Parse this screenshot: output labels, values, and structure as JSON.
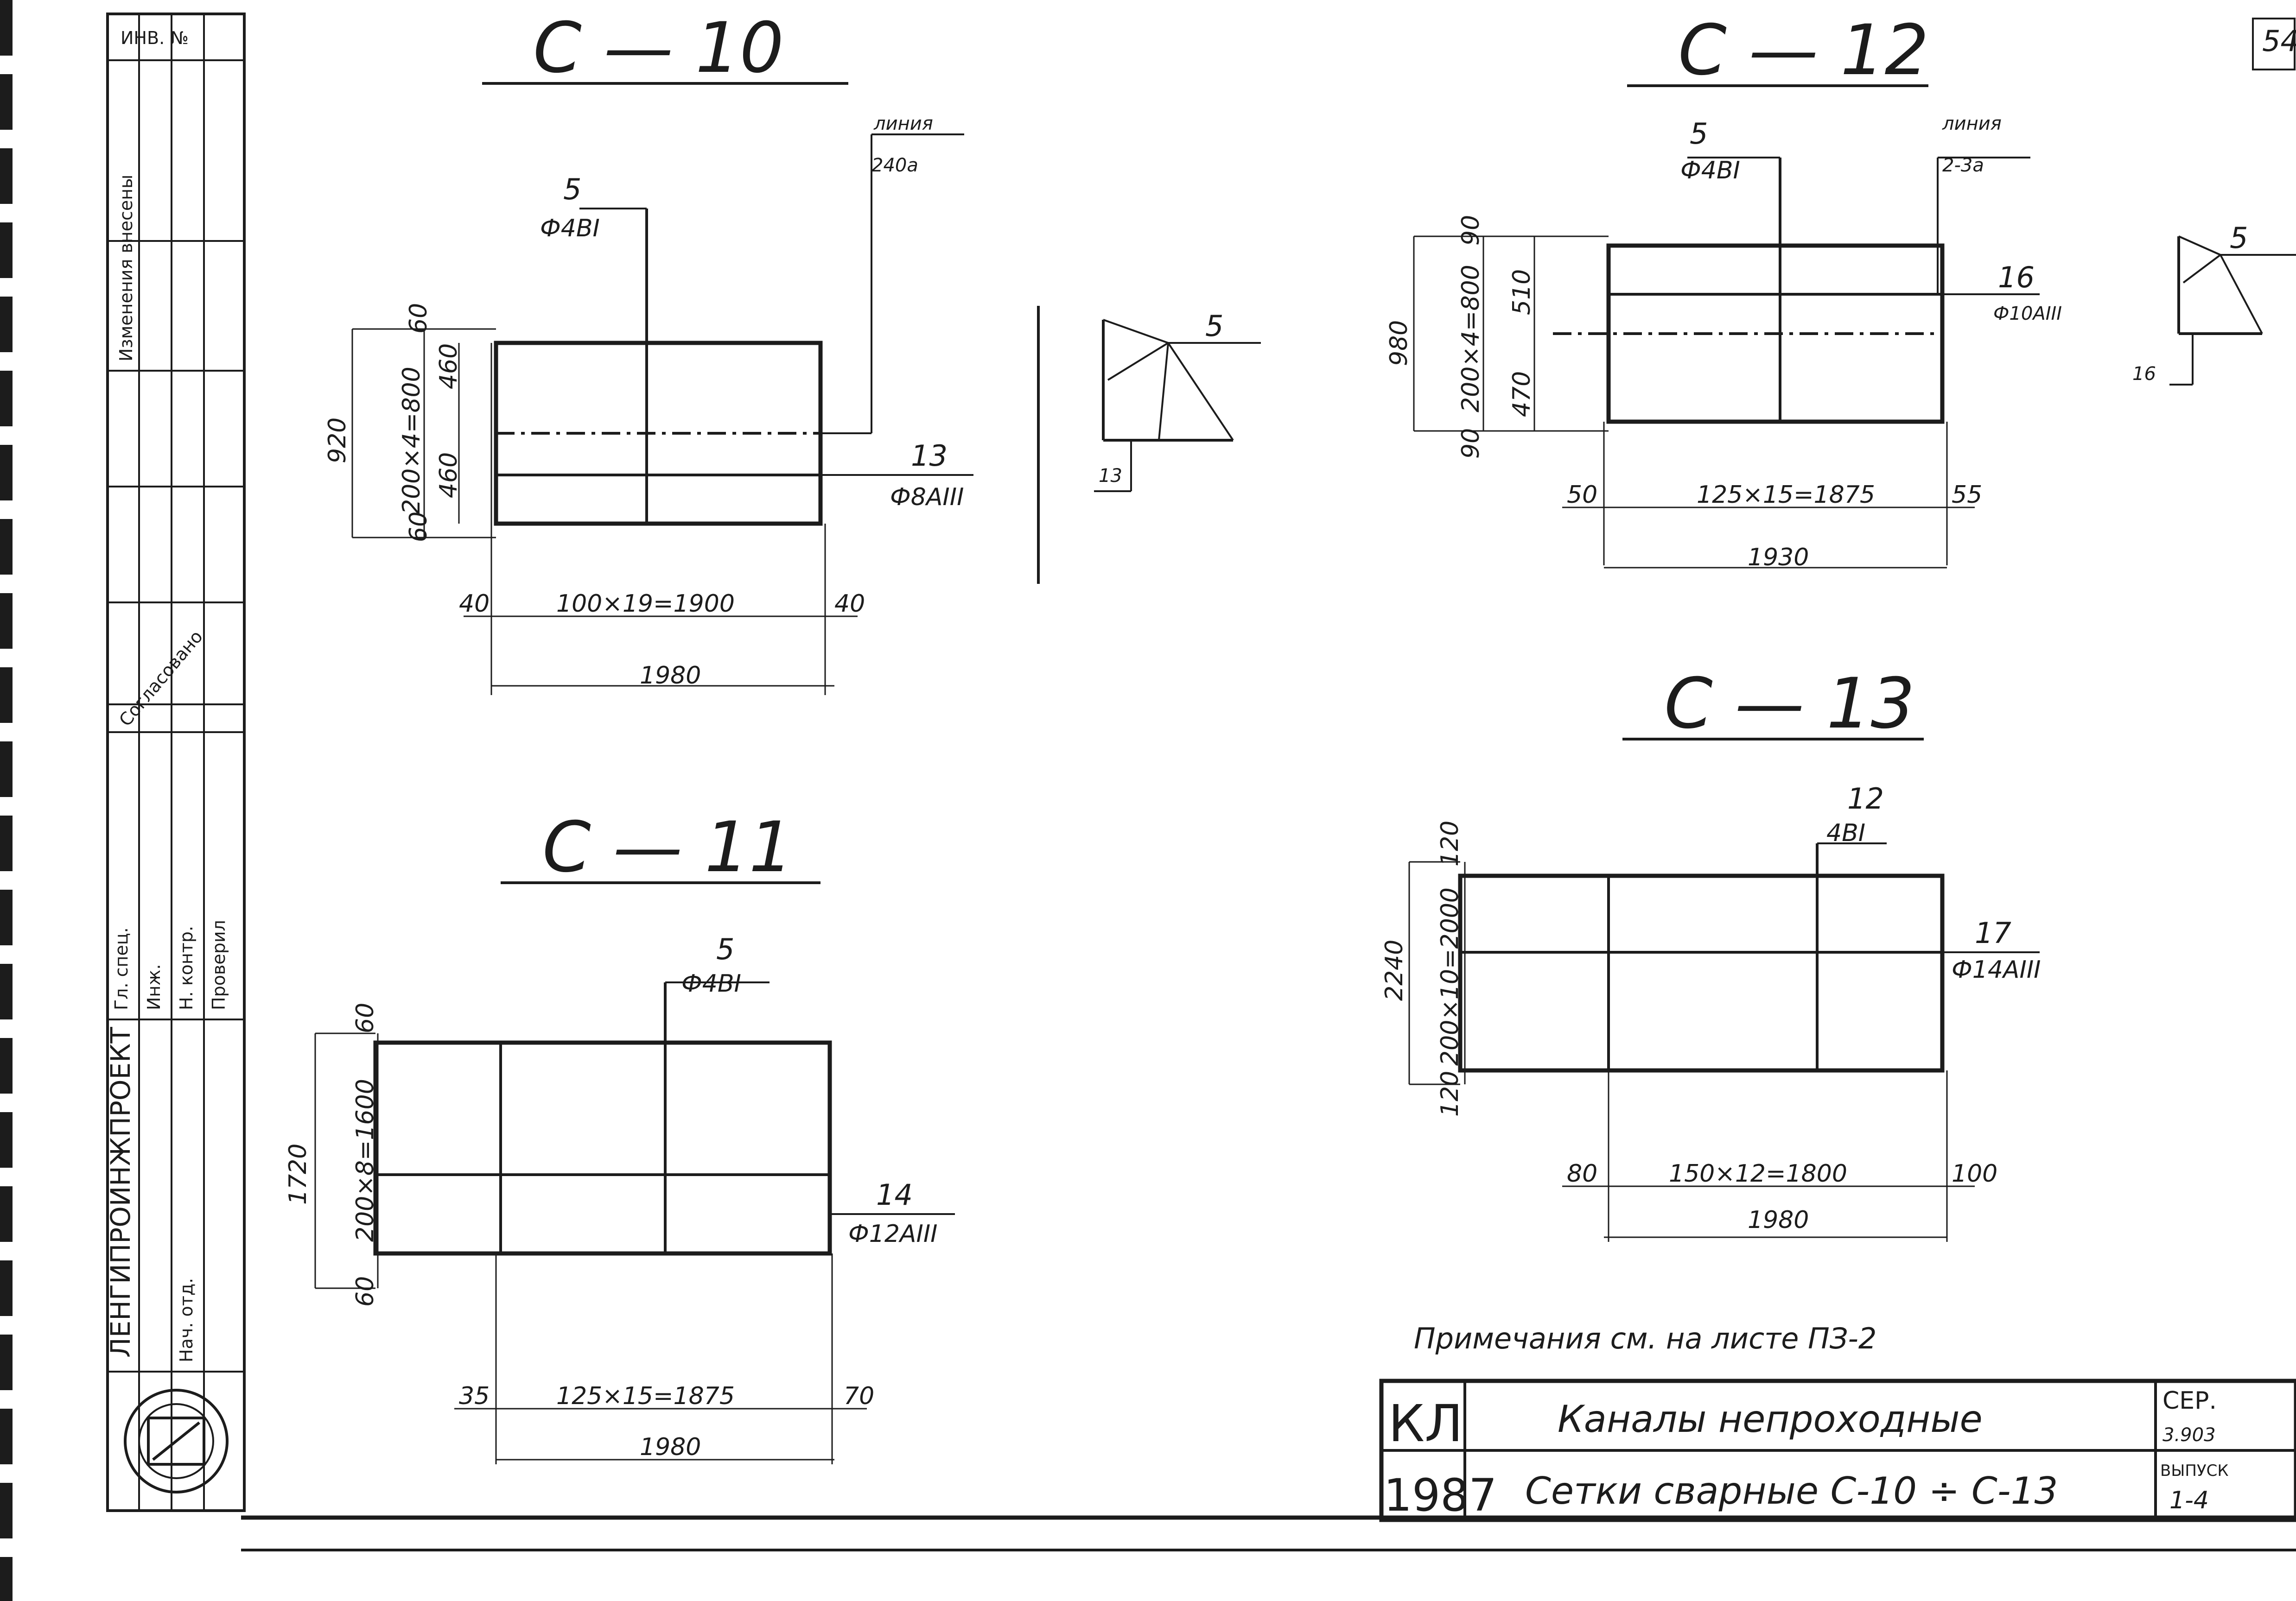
{
  "sheet": {
    "page_number": "54",
    "note": "Примечания   см.   на листе   ПЗ-2"
  },
  "title_block": {
    "code": "КЛ",
    "year": "1987",
    "title": "Каналы   непроходные",
    "subtitle": "Сетки  сварные  С-10 ÷ С-13",
    "series_label": "СЕР.",
    "series_value": "3.903",
    "issue_label": "ВЫПУСК",
    "issue_value": "1-4"
  },
  "side_stamp": {
    "org": "ЛЕНГИПРОИНЖПРОЕКТ",
    "inv": "ИНВ. №",
    "rows": [
      "Изменения внесены",
      "Согласовано",
      "Гл. спец.",
      "Инж.",
      "Н. контр.",
      "Проверил",
      "Нач. отд."
    ]
  },
  "nets": [
    {
      "id": "c10",
      "title": "С — 10",
      "bar_top_label": "5",
      "bar_top_spec": "Ф4ВI",
      "bar_side_label": "13",
      "bar_side_spec": "Ф8АIII",
      "line_note_1": "линия",
      "line_note_2": "240а",
      "height_total": "920",
      "height_inner": "200×4=800",
      "top_edge": "60",
      "bottom_edge": "60",
      "half_top": "460",
      "half_bottom": "460",
      "width_inner": "100×19=1900",
      "width_total": "1980",
      "left_edge": "40",
      "right_edge": "40"
    },
    {
      "id": "c11",
      "title": "С — 11",
      "bar_top_label": "5",
      "bar_top_spec": "Ф4ВI",
      "bar_side_label": "14",
      "bar_side_spec": "Ф12АIII",
      "height_total": "1720",
      "height_inner": "200×8=1600",
      "top_edge": "60",
      "bottom_edge": "60",
      "width_inner": "125×15=1875",
      "width_total": "1980",
      "left_edge": "35",
      "right_edge": "70"
    },
    {
      "id": "c12",
      "title": "С — 12",
      "bar_top_label": "5",
      "bar_top_spec": "Ф4ВI",
      "bar_side_label": "16",
      "bar_side_spec": "Ф10АIII",
      "line_note_1": "линия",
      "line_note_2": "2-3а",
      "height_total": "980",
      "height_inner": "200×4=800",
      "top_edge": "90",
      "bottom_edge": "90",
      "half_top": "510",
      "half_bottom": "470",
      "width_inner": "125×15=1875",
      "width_total": "1930",
      "left_edge": "50",
      "right_edge": "55"
    },
    {
      "id": "c13",
      "title": "С — 13",
      "bar_top_label": "12",
      "bar_top_spec": "4ВI",
      "bar_side_label": "17",
      "bar_side_spec": "Ф14АIII",
      "height_total": "2240",
      "height_inner": "200×10=2000",
      "top_edge": "120",
      "bottom_edge": "120",
      "width_inner": "150×12=1800",
      "width_total": "1980",
      "left_edge": "80",
      "right_edge": "100"
    }
  ],
  "details": [
    {
      "id": "detail-1",
      "label_a": "5",
      "label_b": "13"
    },
    {
      "id": "detail-2",
      "label_a": "5",
      "label_b": "16"
    }
  ]
}
